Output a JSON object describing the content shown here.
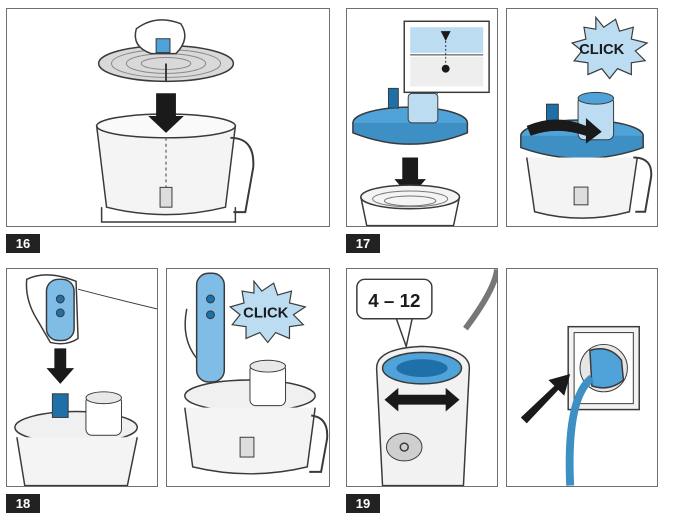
{
  "steps": {
    "step16": "16",
    "step17": "17",
    "step18": "18",
    "step19": "19"
  },
  "labels": {
    "click_a": "CLICK",
    "click_b": "CLICK",
    "speed_range": "4 – 12"
  },
  "colors": {
    "accent_blue": "#4fa3d9",
    "light_blue": "#bcdcf2",
    "outline": "#3a3a3a",
    "step_badge": "#222222"
  }
}
